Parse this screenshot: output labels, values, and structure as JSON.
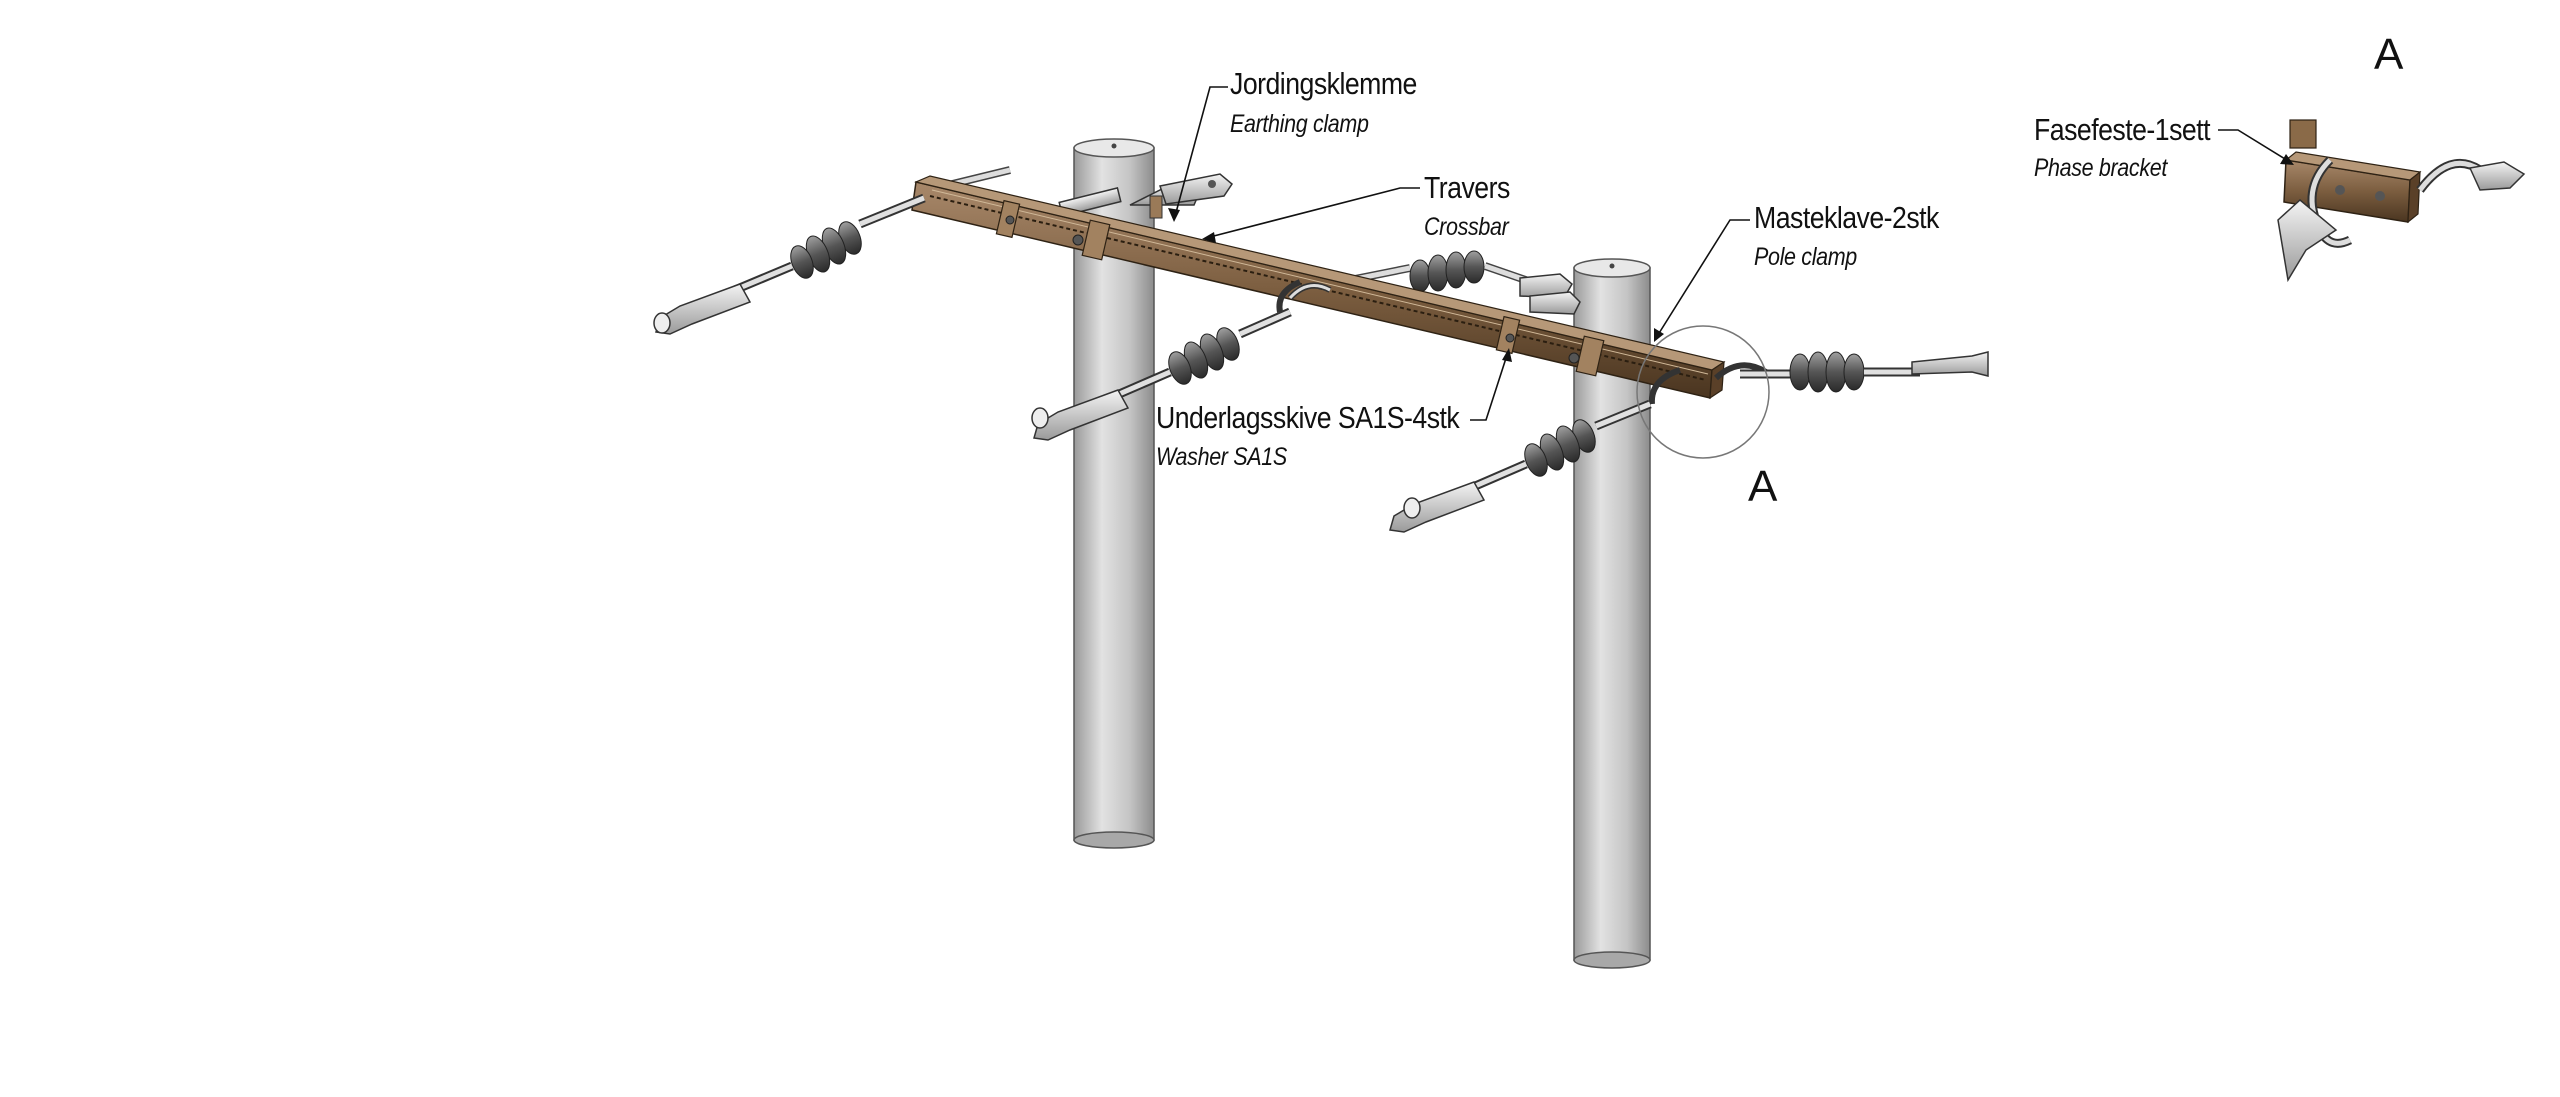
{
  "callouts": {
    "earthing_clamp": {
      "label": "Jordingsklemme",
      "sub": "Earthing clamp"
    },
    "crossbar": {
      "label": "Travers",
      "sub": "Crossbar"
    },
    "pole_clamp": {
      "label": "Masteklave-2stk",
      "sub": "Pole clamp"
    },
    "washer": {
      "label": "Underlagsskive SA1S-4stk",
      "sub": "Washer SA1S"
    },
    "phase_bracket": {
      "label": "Fasefeste-1sett",
      "sub": "Phase bracket"
    }
  },
  "detail": {
    "marker": "A",
    "title": "A"
  },
  "colors": {
    "pole": "#c4c4c4",
    "crossbar": "#8a6a48",
    "insulator": "#6a6a6a",
    "hardware": "#d8d8d8",
    "line": "#111111"
  }
}
